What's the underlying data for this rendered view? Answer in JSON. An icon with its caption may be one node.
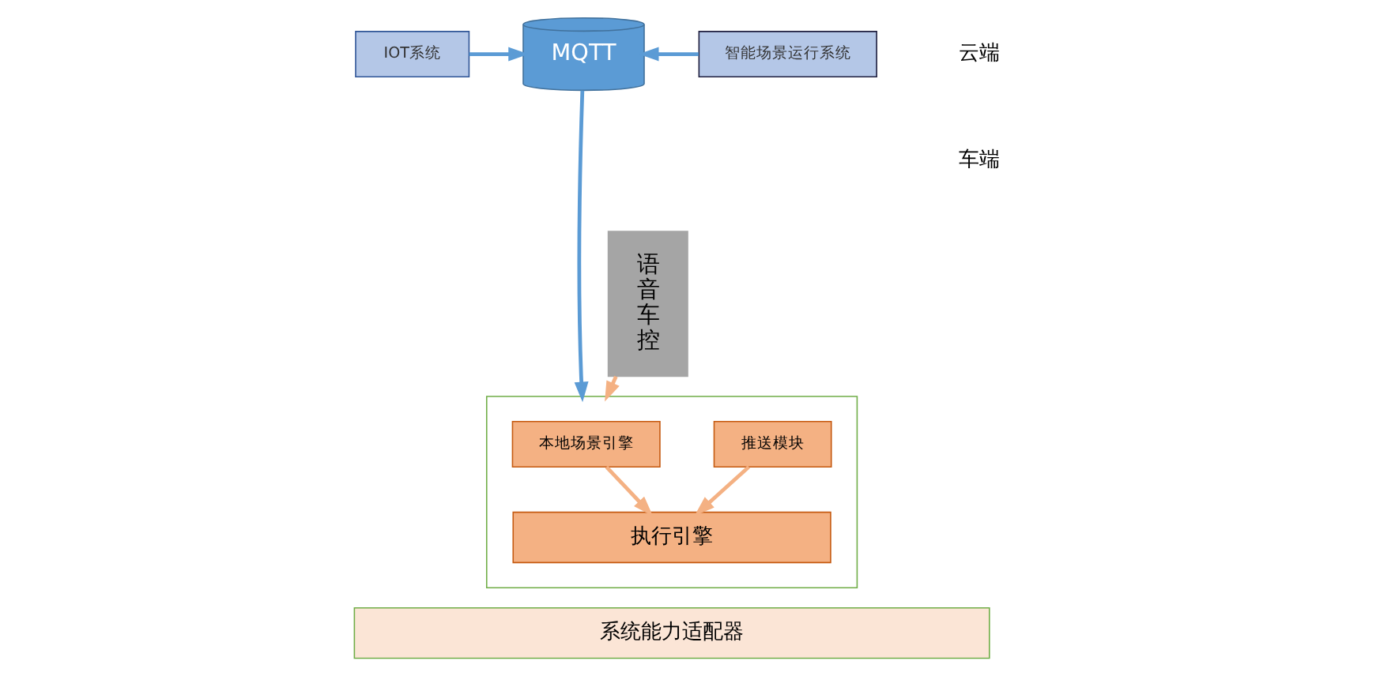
{
  "diagram": {
    "nodes": [
      {
        "text": [
          "IOT系统"
        ]
      },
      {
        "text": [
          "MQTT"
        ]
      },
      {
        "text": [
          "智能场景运行系统"
        ]
      },
      {
        "text": [],
        "shape": "box"
      },
      {
        "text": [
          "本地场景引擎"
        ],
        "in": 3
      },
      {
        "text": [
          "推送模块"
        ],
        "in": 3
      },
      {
        "text": [
          "执行引擎"
        ],
        "in": 3
      },
      {
        "text": [
          "语音车控"
        ]
      },
      {
        "text": [
          "系统能力适配器"
        ]
      }
    ],
    "edges": [
      {
        "from": 0,
        "to": 1,
        "arrow": "to",
        "color": "#5b9bd5"
      },
      {
        "from": 2,
        "to": 1,
        "arrow": "to",
        "color": "#5b9bd5"
      },
      {
        "from": 1,
        "to": 3,
        "arrow": "to",
        "color": "#5b9bd5"
      },
      {
        "from": 4,
        "to": 6,
        "arrow": "to",
        "color": "#f4b183"
      },
      {
        "from": 5,
        "to": 6,
        "arrow": "to",
        "color": "#f4b183"
      },
      {
        "from": 7,
        "to": 3,
        "arrow": "to",
        "color": "#f4b183"
      }
    ],
    "labels": [
      "云端",
      "车端"
    ]
  }
}
